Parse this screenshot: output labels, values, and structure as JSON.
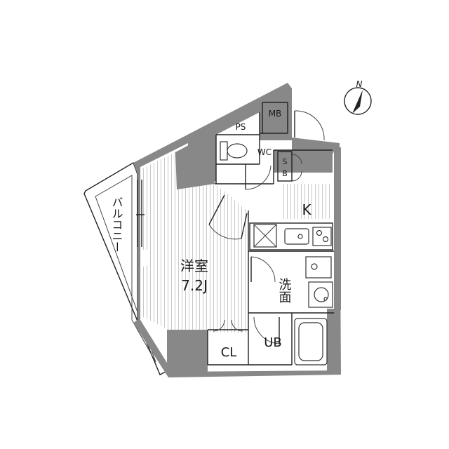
{
  "rooms": {
    "western_room_name": "洋室",
    "western_room_size": "7.2J",
    "kitchen": "K",
    "washroom": "洗面",
    "unit_bath": "UB",
    "closet": "CL",
    "toilet": "WC",
    "pipe_space": "PS",
    "meter_box": "MB",
    "shoe_box_top": "S",
    "shoe_box_bottom": "B",
    "balcony": "バルコニー"
  },
  "compass": {
    "north_label": "N"
  },
  "colors": {
    "wall": "#888888",
    "line": "#222222",
    "floor_stripe": "#c8c8c8",
    "background": "#ffffff"
  }
}
